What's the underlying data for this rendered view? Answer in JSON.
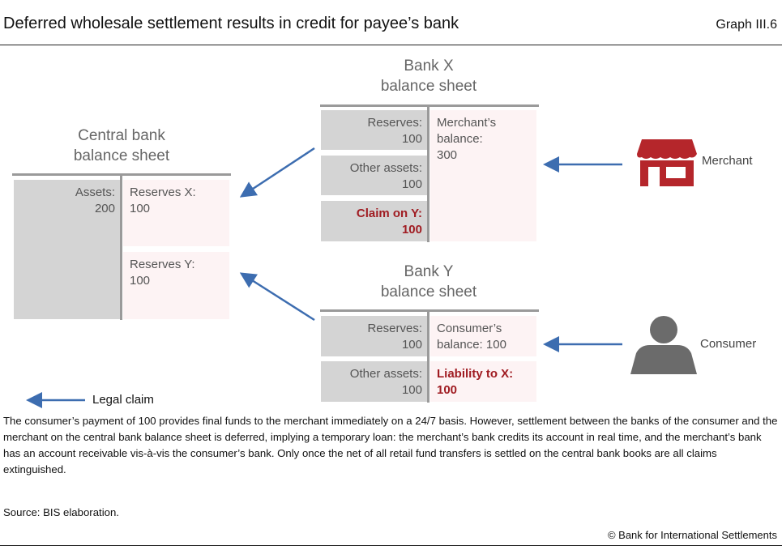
{
  "header": {
    "title": "Deferred wholesale settlement results in credit for payee’s bank",
    "graph_id": "Graph III.6"
  },
  "central_bank": {
    "title_line1": "Central bank",
    "title_line2": "balance sheet",
    "assets_label": "Assets:",
    "assets_value": "200",
    "reserves_x_label": "Reserves X:",
    "reserves_x_value": "100",
    "reserves_y_label": "Reserves Y:",
    "reserves_y_value": "100"
  },
  "bank_x": {
    "title_line1": "Bank X",
    "title_line2": "balance sheet",
    "reserves_label": "Reserves:",
    "reserves_value": "100",
    "other_label": "Other assets:",
    "other_value": "100",
    "claim_label": "Claim on Y:",
    "claim_value": "100",
    "merchant_label1": "Merchant’s",
    "merchant_label2": "balance:",
    "merchant_value": "300"
  },
  "bank_y": {
    "title_line1": "Bank Y",
    "title_line2": "balance sheet",
    "reserves_label": "Reserves:",
    "reserves_value": "100",
    "other_label": "Other assets:",
    "other_value": "100",
    "consumer_label1": "Consumer’s",
    "consumer_label2": "balance: 100",
    "liability_label": "Liability to X:",
    "liability_value": "100"
  },
  "actors": {
    "merchant": "Merchant",
    "consumer": "Consumer"
  },
  "legend": {
    "legal_claim": "Legal claim"
  },
  "colors": {
    "arrow": "#3d6db0",
    "merchant_icon": "#b5262b",
    "consumer_icon": "#6b6b6b",
    "highlight": "#a01c22"
  },
  "footer": {
    "note": "The consumer’s payment of 100 provides final funds to the merchant immediately on a 24/7 basis. However, settlement between the banks of the consumer and the merchant on the central bank balance sheet is deferred, implying a temporary loan: the merchant’s bank credits its account in real time, and the merchant’s bank has an account receivable vis-à-vis the consumer’s bank. Only once the net of all retail fund transfers is settled on the central bank books are all claims extinguished.",
    "source": "Source: BIS elaboration.",
    "copyright": "© Bank for International Settlements"
  }
}
